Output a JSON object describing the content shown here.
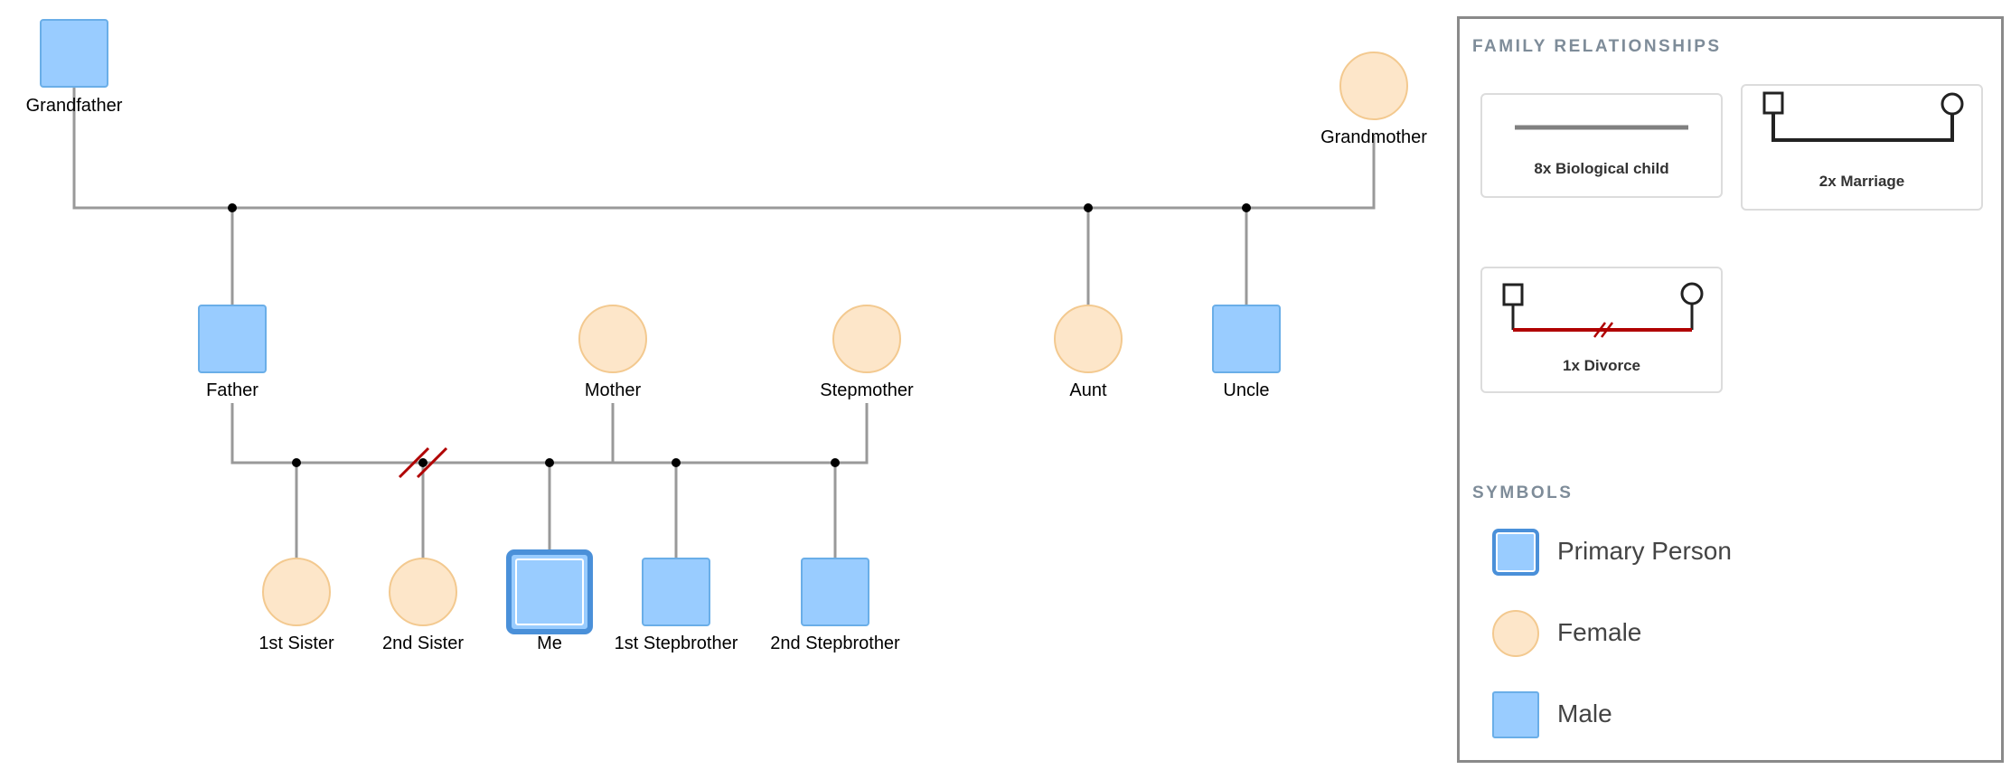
{
  "people": {
    "grandfather": "Grandfather",
    "grandmother": "Grandmother",
    "father": "Father",
    "mother": "Mother",
    "stepmother": "Stepmother",
    "aunt": "Aunt",
    "uncle": "Uncle",
    "sister1": "1st Sister",
    "sister2": "2nd Sister",
    "me": "Me",
    "stepbrother1": "1st Stepbrother",
    "stepbrother2": "2nd Stepbrother"
  },
  "legend": {
    "relationships_title": "FAMILY RELATIONSHIPS",
    "biological_child": "8x Biological child",
    "marriage": "2x Marriage",
    "divorce": "1x Divorce",
    "symbols_title": "SYMBOLS",
    "primary_person": "Primary Person",
    "female": "Female",
    "male": "Male"
  },
  "colors": {
    "male_fill": "#99ccff",
    "male_stroke": "#6aaee8",
    "female_fill": "#fde6c9",
    "female_stroke": "#f3c98f",
    "primary_stroke": "#4a90d9",
    "line": "#999999",
    "divorce": "#b00000"
  }
}
